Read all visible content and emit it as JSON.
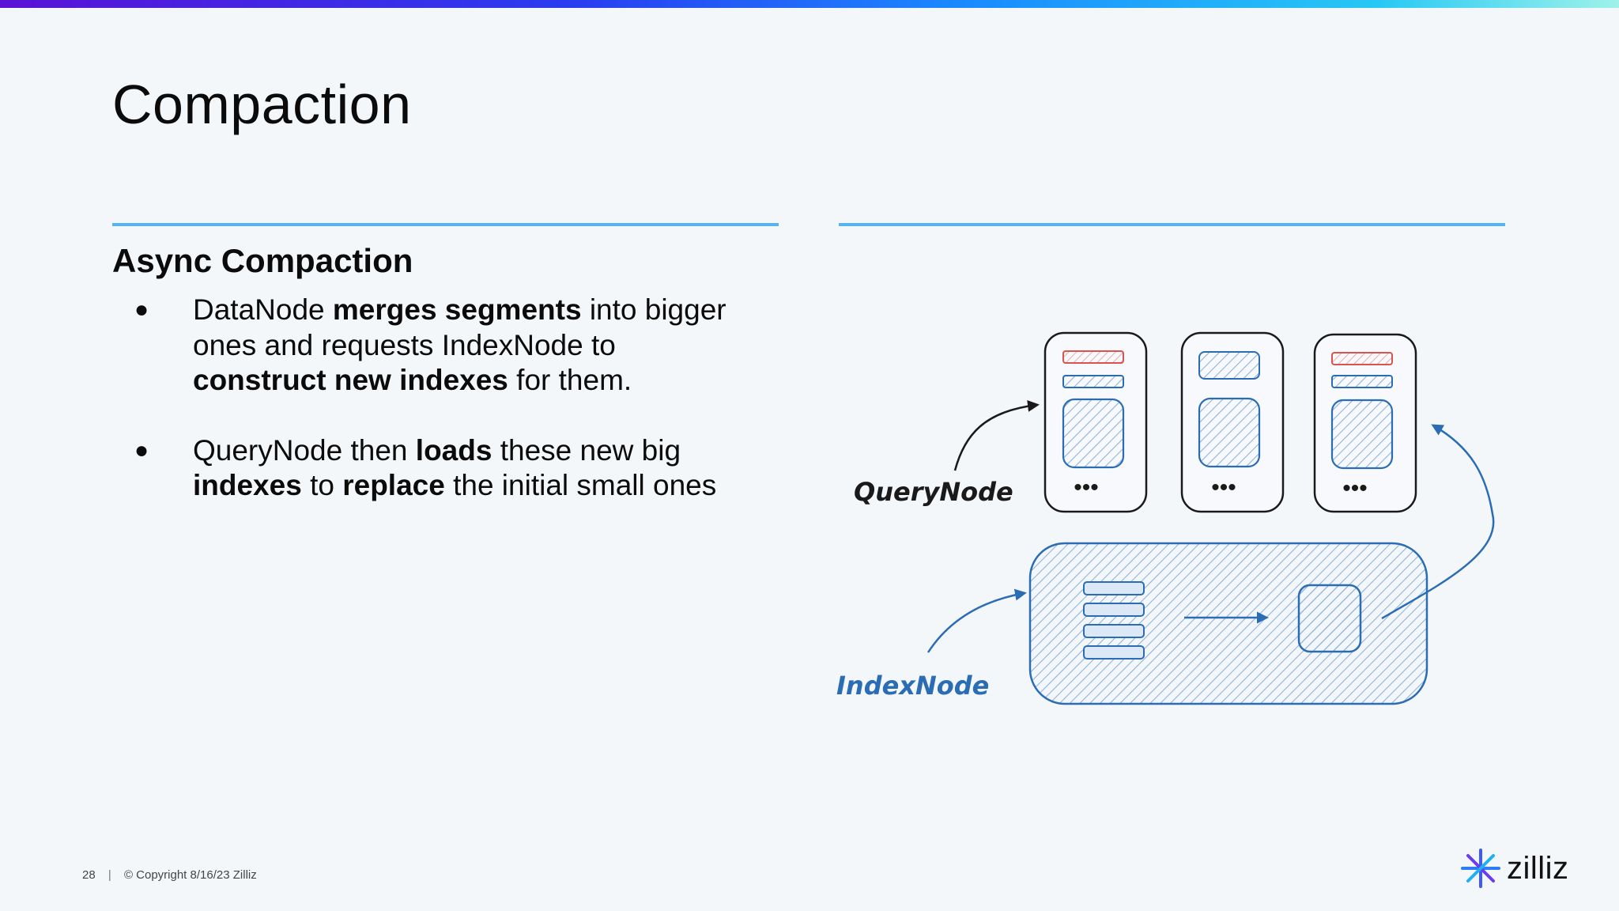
{
  "slide": {
    "title": "Compaction",
    "subtitle": "Async Compaction",
    "bullets": [
      {
        "marker": "●",
        "parts": [
          {
            "text": "DataNode ",
            "bold": false
          },
          {
            "text": "merges segments",
            "bold": true
          },
          {
            "text": " into bigger ones and requests IndexNode to ",
            "bold": false
          },
          {
            "text": "construct new indexes",
            "bold": true
          },
          {
            "text": " for them.",
            "bold": false
          }
        ]
      },
      {
        "marker": "●",
        "parts": [
          {
            "text": "QueryNode then ",
            "bold": false
          },
          {
            "text": "loads",
            "bold": true
          },
          {
            "text": " these new big ",
            "bold": false
          },
          {
            "text": "indexes",
            "bold": true
          },
          {
            "text": " to ",
            "bold": false
          },
          {
            "text": "replace",
            "bold": true
          },
          {
            "text": " the initial small ones",
            "bold": false
          }
        ]
      }
    ]
  },
  "diagram": {
    "querynode_label": "QueryNode",
    "indexnode_label": "IndexNode",
    "dots": "•••"
  },
  "footer": {
    "page_number": "28",
    "separator": "|",
    "copyright": "© Copyright  8/16/23  Zilliz"
  },
  "logo": {
    "text": "zilliz"
  },
  "colors": {
    "accent_rule": "#56b4ee",
    "index_blue": "#2a6db5",
    "highlight_red": "#d9534f",
    "ink": "#1a1a1a"
  }
}
